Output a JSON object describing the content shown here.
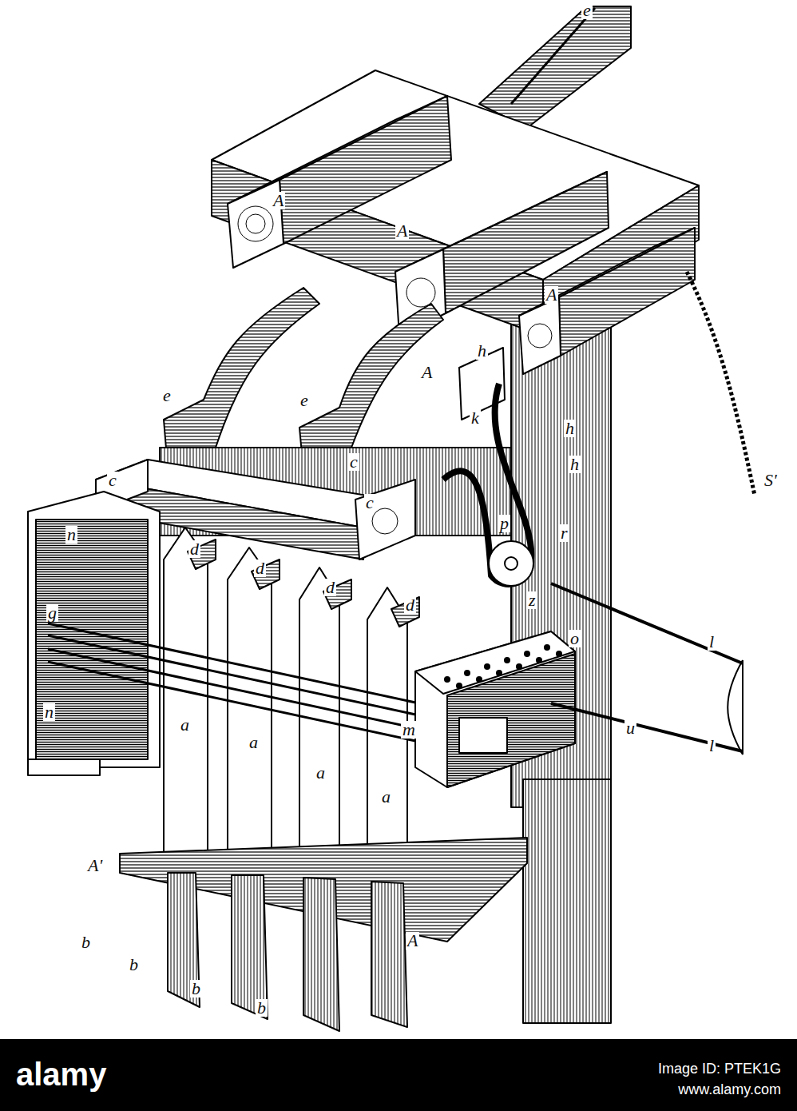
{
  "diagram": {
    "labels": [
      "e",
      "A",
      "A",
      "A",
      "e",
      "e",
      "h",
      "c",
      "c",
      "A",
      "k",
      "h",
      "S'",
      "c",
      "h",
      "n",
      "d",
      "d",
      "d",
      "d",
      "r",
      "p",
      "l",
      "g",
      "z",
      "o",
      "l",
      "m",
      "u",
      "n",
      "a",
      "a",
      "a",
      "a",
      "A'",
      "A",
      "b",
      "b",
      "b",
      "b",
      "alamy",
      "Image ID: PTEK1G",
      "www.alamy.com"
    ]
  }
}
